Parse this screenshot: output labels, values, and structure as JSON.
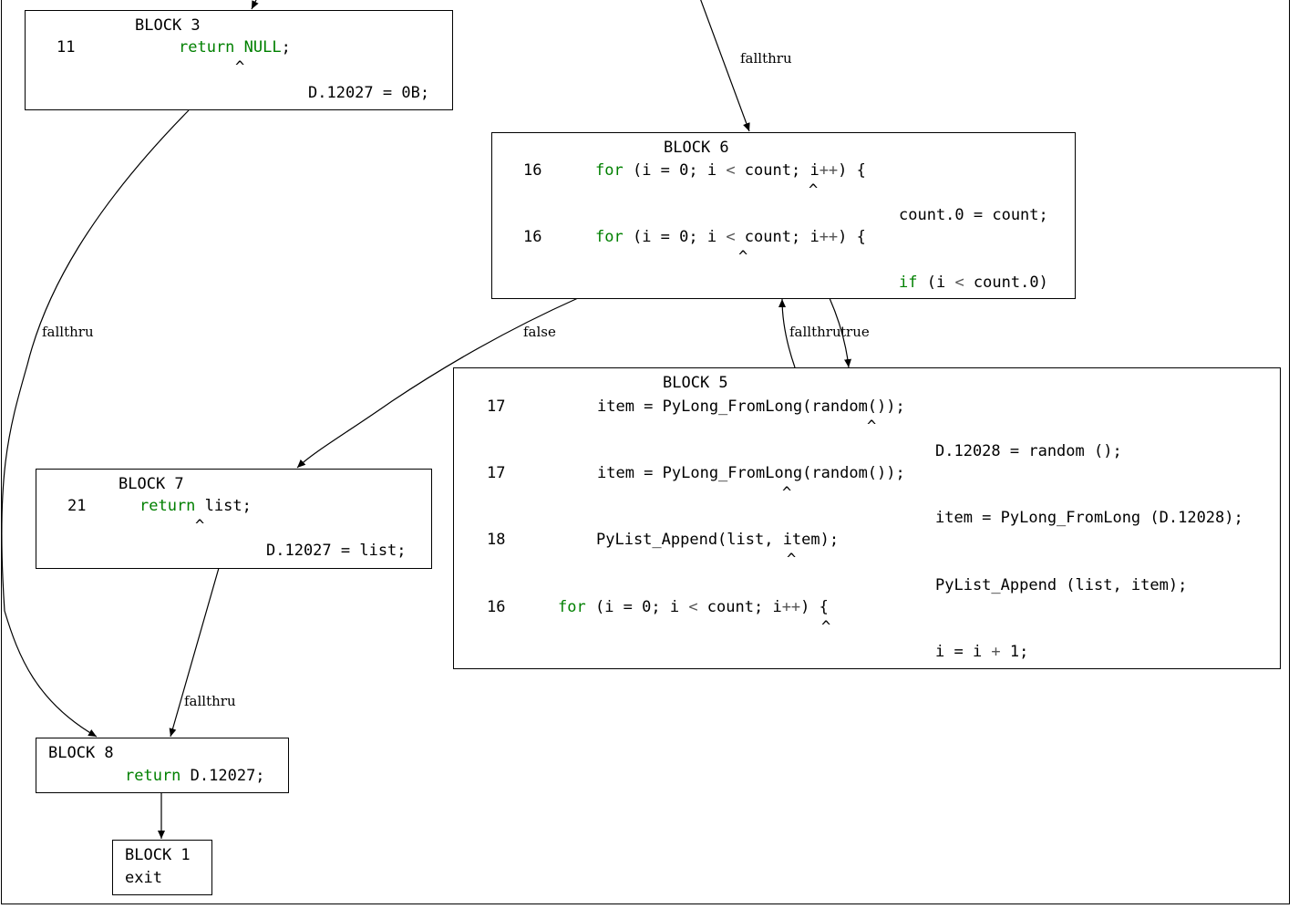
{
  "colors": {
    "keyword": "#008000",
    "operator": "#555555",
    "text": "#000000",
    "border": "#000000"
  },
  "blocks": {
    "b3": {
      "title": "BLOCK 3",
      "lineno": "11",
      "kw": "return",
      "val": "NULL",
      "semi": ";",
      "caret": "^",
      "stmt": "D.12027 = 0B;"
    },
    "b6": {
      "title": "BLOCK 6",
      "l1": {
        "lineno": "16",
        "kw": "for",
        "a": " (i = 0; i ",
        "lt": "<",
        "b": " count; i",
        "pp": "++",
        "c": ") {"
      },
      "caret1": "^",
      "stmt1": "count.0 = count;",
      "l2": {
        "lineno": "16",
        "kw": "for",
        "a": " (i = 0; i ",
        "lt": "<",
        "b": " count; i",
        "pp": "++",
        "c": ") {"
      },
      "caret2": "^",
      "cond": {
        "kw": "if",
        "a": " (i ",
        "lt": "<",
        "b": " count.0)"
      }
    },
    "b5": {
      "title": "BLOCK 5",
      "l1": {
        "lineno": "17",
        "code": "item = PyLong_FromLong(random());"
      },
      "caret1": "^",
      "stmt1": "D.12028 = random ();",
      "l2": {
        "lineno": "17",
        "code": "item = PyLong_FromLong(random());"
      },
      "caret2": "^",
      "stmt2": "item = PyLong_FromLong (D.12028);",
      "l3": {
        "lineno": "18",
        "code": "PyList_Append(list, item);"
      },
      "caret3": "^",
      "stmt3": "PyList_Append (list, item);",
      "l4": {
        "lineno": "16",
        "kw": "for",
        "a": " (i = 0; i ",
        "lt": "<",
        "b": " count; i",
        "pp": "++",
        "c": ") {"
      },
      "caret4": "^",
      "stmt4a": "i = i ",
      "stmt4op": "+",
      "stmt4b": " 1;"
    },
    "b7": {
      "title": "BLOCK 7",
      "lineno": "21",
      "kw": "return",
      "val": " list;",
      "caret": "^",
      "stmt": "D.12027 = list;"
    },
    "b8": {
      "title": "BLOCK 8",
      "kw": "return",
      "val": " D.12027;"
    },
    "b1": {
      "title": "BLOCK 1",
      "exit": "exit"
    }
  },
  "edge_labels": {
    "top_to_b6": "fallthru",
    "b3_to_b8": "fallthru",
    "b6_false": "false",
    "b5_back": "fallthru",
    "b6_true": "true",
    "b7_to_b8": "fallthru"
  }
}
